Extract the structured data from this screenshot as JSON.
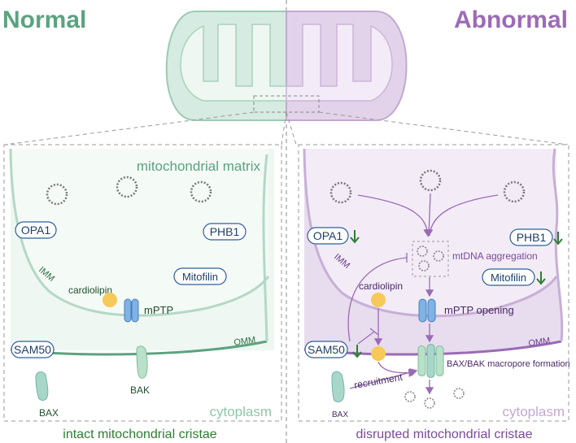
{
  "headers": {
    "left": "Normal",
    "right": "Abnormal"
  },
  "normal": {
    "matrix_label": "mitochondrial matrix",
    "cytoplasm_label": "cytoplasm",
    "imm_label": "IMM",
    "omm_label": "OMM",
    "proteins": {
      "opa1": "OPA1",
      "phb1": "PHB1",
      "mitofilin": "Mitofilin",
      "sam50": "SAM50"
    },
    "cardiolipin": "cardiolipin",
    "mptp": "mPTP",
    "bax": "BAX",
    "bak": "BAK",
    "caption": "intact mitochondrial cristae"
  },
  "abnormal": {
    "cytoplasm_label": "cytoplasm",
    "imm_label": "IMM",
    "omm_label": "OMM",
    "proteins": {
      "opa1": "OPA1",
      "phb1": "PHB1",
      "mitofilin": "Mitofilin",
      "sam50": "SAM50"
    },
    "mtdna_aggregation": "mtDNA aggregation",
    "cardiolipin": "cardiolipin",
    "mptp_opening": "mPTP opening",
    "bax": "BAX",
    "recruitment": "recruitment",
    "macropore": "BAX/BAK macropore formation",
    "caption": "disrupted mitochondrial cristae"
  },
  "colors": {
    "normal_green": "#5aa37f",
    "abnormal_purple": "#9b6bb5",
    "protein_blue": "#2d5f9a",
    "down_arrow_green": "#2e7d32",
    "cardiolipin_yellow": "#f7c95a",
    "mptp_blue": "#7fb2e5"
  }
}
